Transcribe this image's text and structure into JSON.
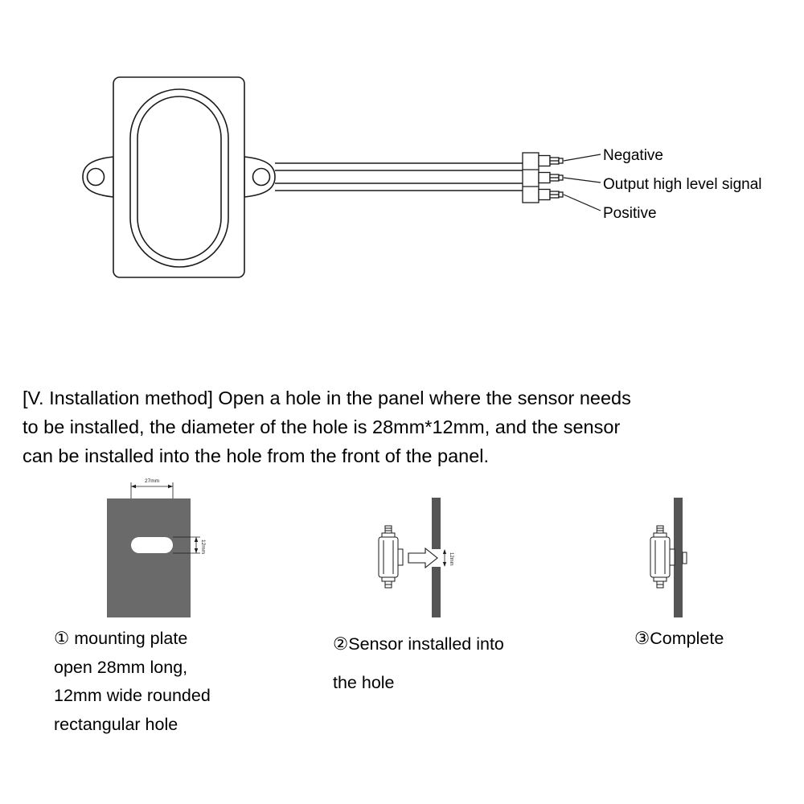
{
  "colors": {
    "line": "#1a1a1a",
    "plate_gray": "#6a6a6a",
    "panel_gray": "#555555",
    "background": "#ffffff"
  },
  "connector_labels": {
    "negative": "Negative",
    "output": "Output high level signal",
    "positive": "Positive"
  },
  "installation": {
    "lines": [
      "[V. Installation method] Open a hole in the panel where the sensor needs",
      "to be installed, the diameter of the hole is 28mm*12mm, and the sensor",
      "can be installed into the hole from the front of the panel."
    ]
  },
  "steps": [
    {
      "caption_lines": [
        "① mounting plate",
        "open 28mm long,",
        "12mm wide rounded",
        "rectangular hole"
      ],
      "dim_width": "27mm",
      "dim_height": "12mm"
    },
    {
      "caption_lines": [
        "②Sensor installed into",
        "the hole"
      ],
      "dim_height": "12mm"
    },
    {
      "caption_lines": [
        "③Complete"
      ]
    }
  ]
}
